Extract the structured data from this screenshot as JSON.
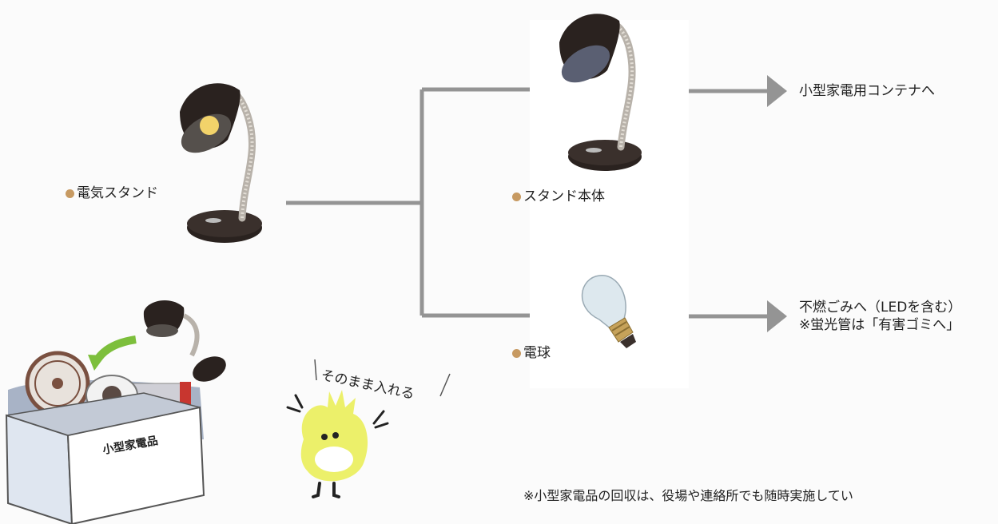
{
  "colors": {
    "connector": "#949494",
    "bullet": "#c79a62",
    "lamp_dark": "#2a221f",
    "mascot": "#ecf06a"
  },
  "icons": [
    "desk-lamp-icon",
    "desk-lamp-body-icon",
    "light-bulb-icon",
    "arrow-right-icon",
    "fan-icon",
    "hair-dryer-icon",
    "recycle-box-icon",
    "mascot-icon"
  ],
  "items": {
    "lamp": "電気スタンド",
    "stand_body": "スタンド本体",
    "bulb": "電球"
  },
  "destinations": {
    "stand_body": "小型家電用コンテナへ",
    "bulb_line1": "不燃ごみへ（LEDを含む）",
    "bulb_line2": "※蛍光管は「有害ゴミへ」"
  },
  "box_label": "小型家電品",
  "speech": "そのまま入れる",
  "footnote": "※小型家電品の回収は、役場や連絡所でも随時実施してい"
}
